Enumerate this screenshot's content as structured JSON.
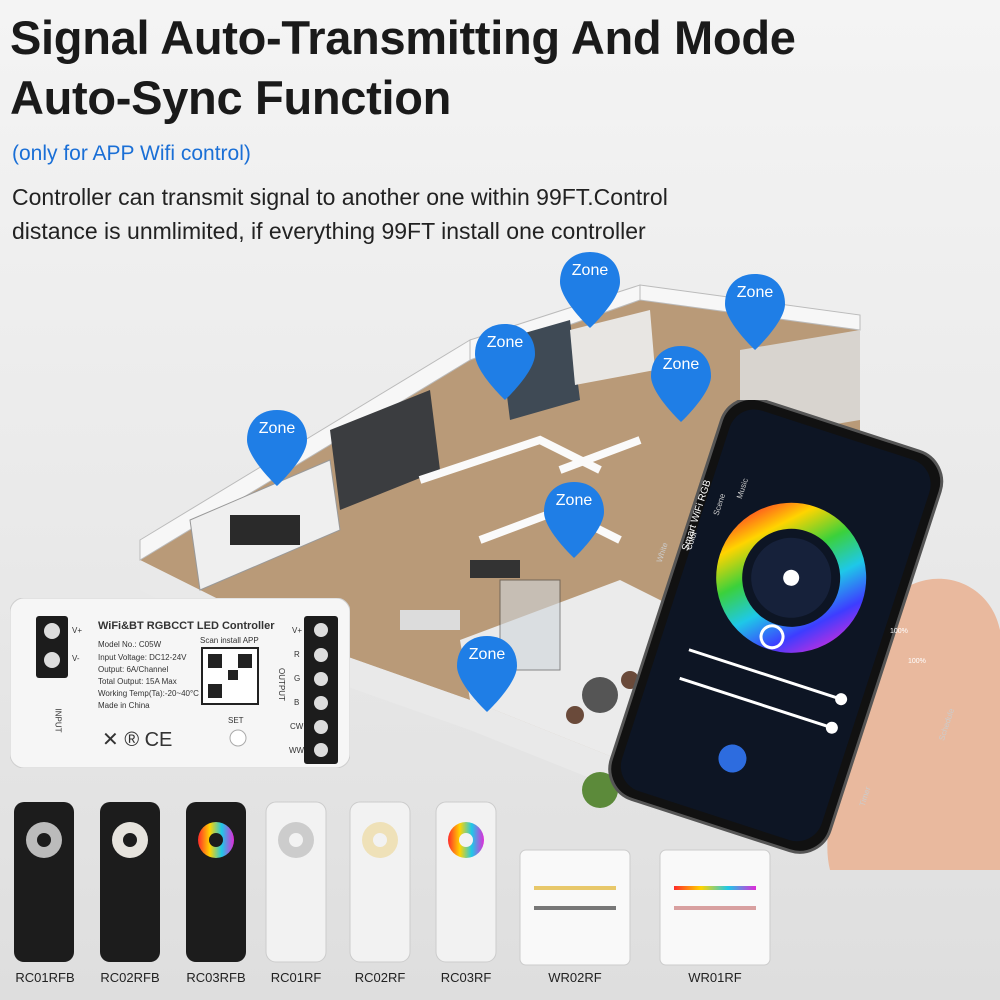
{
  "header": {
    "title_line1": "Signal Auto-Transmitting And Mode",
    "title_line2": "Auto-Sync Function",
    "subtitle": "(only for APP Wifi control)",
    "desc_line1": "Controller can transmit signal to another one within 99FT.Control",
    "desc_line2": "distance is unmlimited, if everything 99FT install one controller"
  },
  "zone_label": "Zone",
  "controller": {
    "title": "WiFi&BT RGBCCT LED Controller",
    "model": "Model No.: C05W",
    "voltage": "Input Voltage: DC12-24V",
    "output": "Output: 6A/Channel",
    "total": "Total Output: 15A Max",
    "temp": "Working Temp(Ta):-20~40°C",
    "made": "Made in China",
    "scan": "Scan install APP",
    "set": "SET",
    "input": "INPUT",
    "output_side": "OUTPUT",
    "vplus": "V+",
    "vminus": "V-",
    "terminals": [
      "V+",
      "R",
      "G",
      "B",
      "CW",
      "WW"
    ]
  },
  "phone": {
    "app_title": "Smart WiFi RGB",
    "tabs": [
      "White",
      "Color",
      "Scene",
      "Music"
    ],
    "pct1": "100%",
    "pct2": "100%",
    "timer": "Timer",
    "schedule": "Schedule"
  },
  "remotes": [
    "RC01RFB",
    "RC02RFB",
    "RC03RFB",
    "RC01RF",
    "RC02RF",
    "RC03RF",
    "WR02RF",
    "WR01RF"
  ],
  "colors": {
    "pin": "#1f7ee6",
    "subtitle": "#1a6fd6",
    "remote_dark": "#1c1c1c",
    "remote_light": "#f2f2f2"
  }
}
